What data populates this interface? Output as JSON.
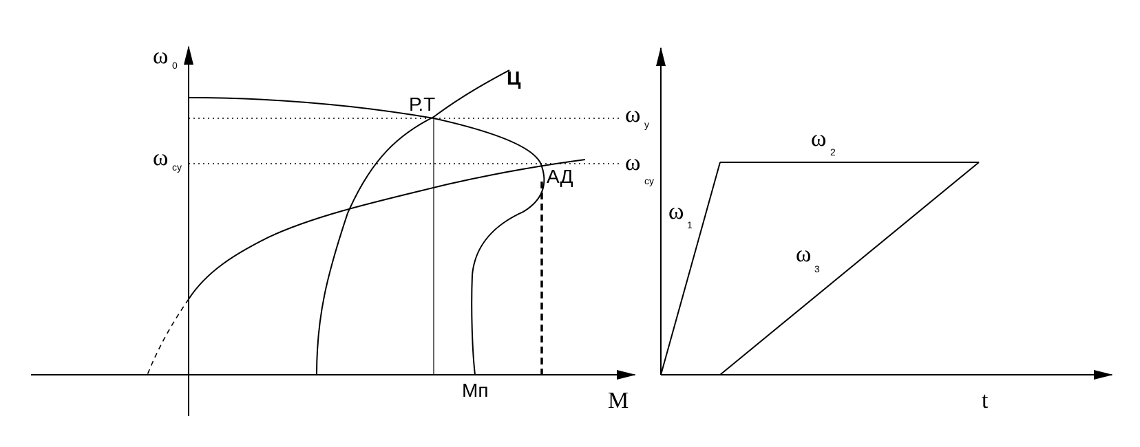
{
  "left_plot": {
    "y_axis": {
      "symbol": "ω",
      "subscript": "0"
    },
    "x_axis": {
      "label": "M"
    },
    "levels": {
      "w_y": {
        "symbol": "ω",
        "subscript": "y"
      },
      "w_cy_left": {
        "symbol": "ω",
        "subscript": "су"
      },
      "w_cy_right": {
        "symbol": "ω",
        "subscript": "су"
      }
    },
    "labels": {
      "fan_curve": "Ц",
      "working_point": "Р.Т",
      "motor": "АД",
      "start_torque": "Мп"
    }
  },
  "right_plot": {
    "x_axis": {
      "label": "t"
    },
    "segments": {
      "w1": {
        "symbol": "ω",
        "subscript": "1"
      },
      "w2": {
        "symbol": "ω",
        "subscript": "2"
      },
      "w3": {
        "symbol": "ω",
        "subscript": "3"
      }
    }
  }
}
